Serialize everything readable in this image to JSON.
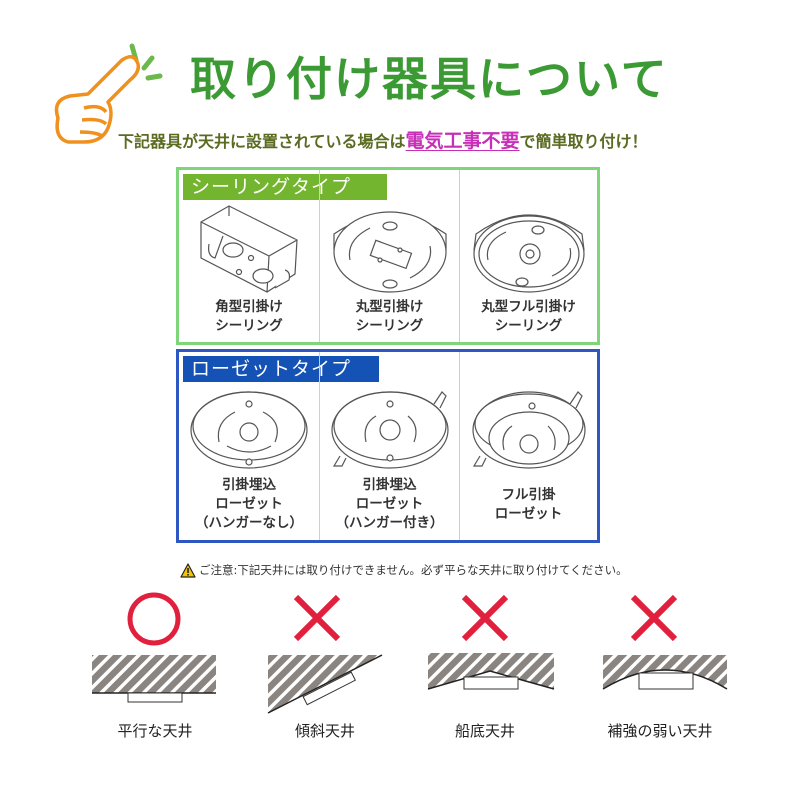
{
  "header": {
    "title": "取り付け器具について",
    "subtitle_before": "下記器具が天井に設置されている場合は",
    "subtitle_highlight": "電気工事不要",
    "subtitle_after": "で簡単取り付け！",
    "icon": "pointing-hand-icon"
  },
  "colors": {
    "title_green": "#3b9a33",
    "subtitle_olive": "#5a6b22",
    "highlight_magenta": "#c82fb8",
    "ceiling_border": "#7fd67a",
    "ceiling_tag": "#73b52e",
    "rosette_border": "#2e57c4",
    "rosette_tag": "#1552b5",
    "mark_red": "#e0203c",
    "hatch_gray": "#8a8580"
  },
  "ceiling_type": {
    "label": "シーリングタイプ",
    "items": [
      {
        "label": "角型引掛け\nシーリング",
        "icon": "square-ceiling-fixture-icon"
      },
      {
        "label": "丸型引掛け\nシーリング",
        "icon": "round-ceiling-fixture-icon"
      },
      {
        "label": "丸型フル引掛け\nシーリング",
        "icon": "round-full-ceiling-fixture-icon"
      }
    ]
  },
  "rosette_type": {
    "label": "ローゼットタイプ",
    "items": [
      {
        "label": "引掛埋込\nローゼット\n（ハンガーなし）",
        "icon": "embedded-rosette-icon"
      },
      {
        "label": "引掛埋込\nローゼット\n（ハンガー付き）",
        "icon": "embedded-rosette-hanger-icon"
      },
      {
        "label": "フル引掛\nローゼット",
        "icon": "full-rosette-icon"
      }
    ]
  },
  "warning": {
    "icon": "warning-triangle-icon",
    "text": "ご注意:下記天井には取り付けできません。必ず平らな天井に取り付けてください。"
  },
  "ceiling_examples": [
    {
      "mark": "○",
      "ok": true,
      "caption": "平行な天井"
    },
    {
      "mark": "×",
      "ok": false,
      "caption": "傾斜天井"
    },
    {
      "mark": "×",
      "ok": false,
      "caption": "船底天井"
    },
    {
      "mark": "×",
      "ok": false,
      "caption": "補強の弱い天井"
    }
  ]
}
